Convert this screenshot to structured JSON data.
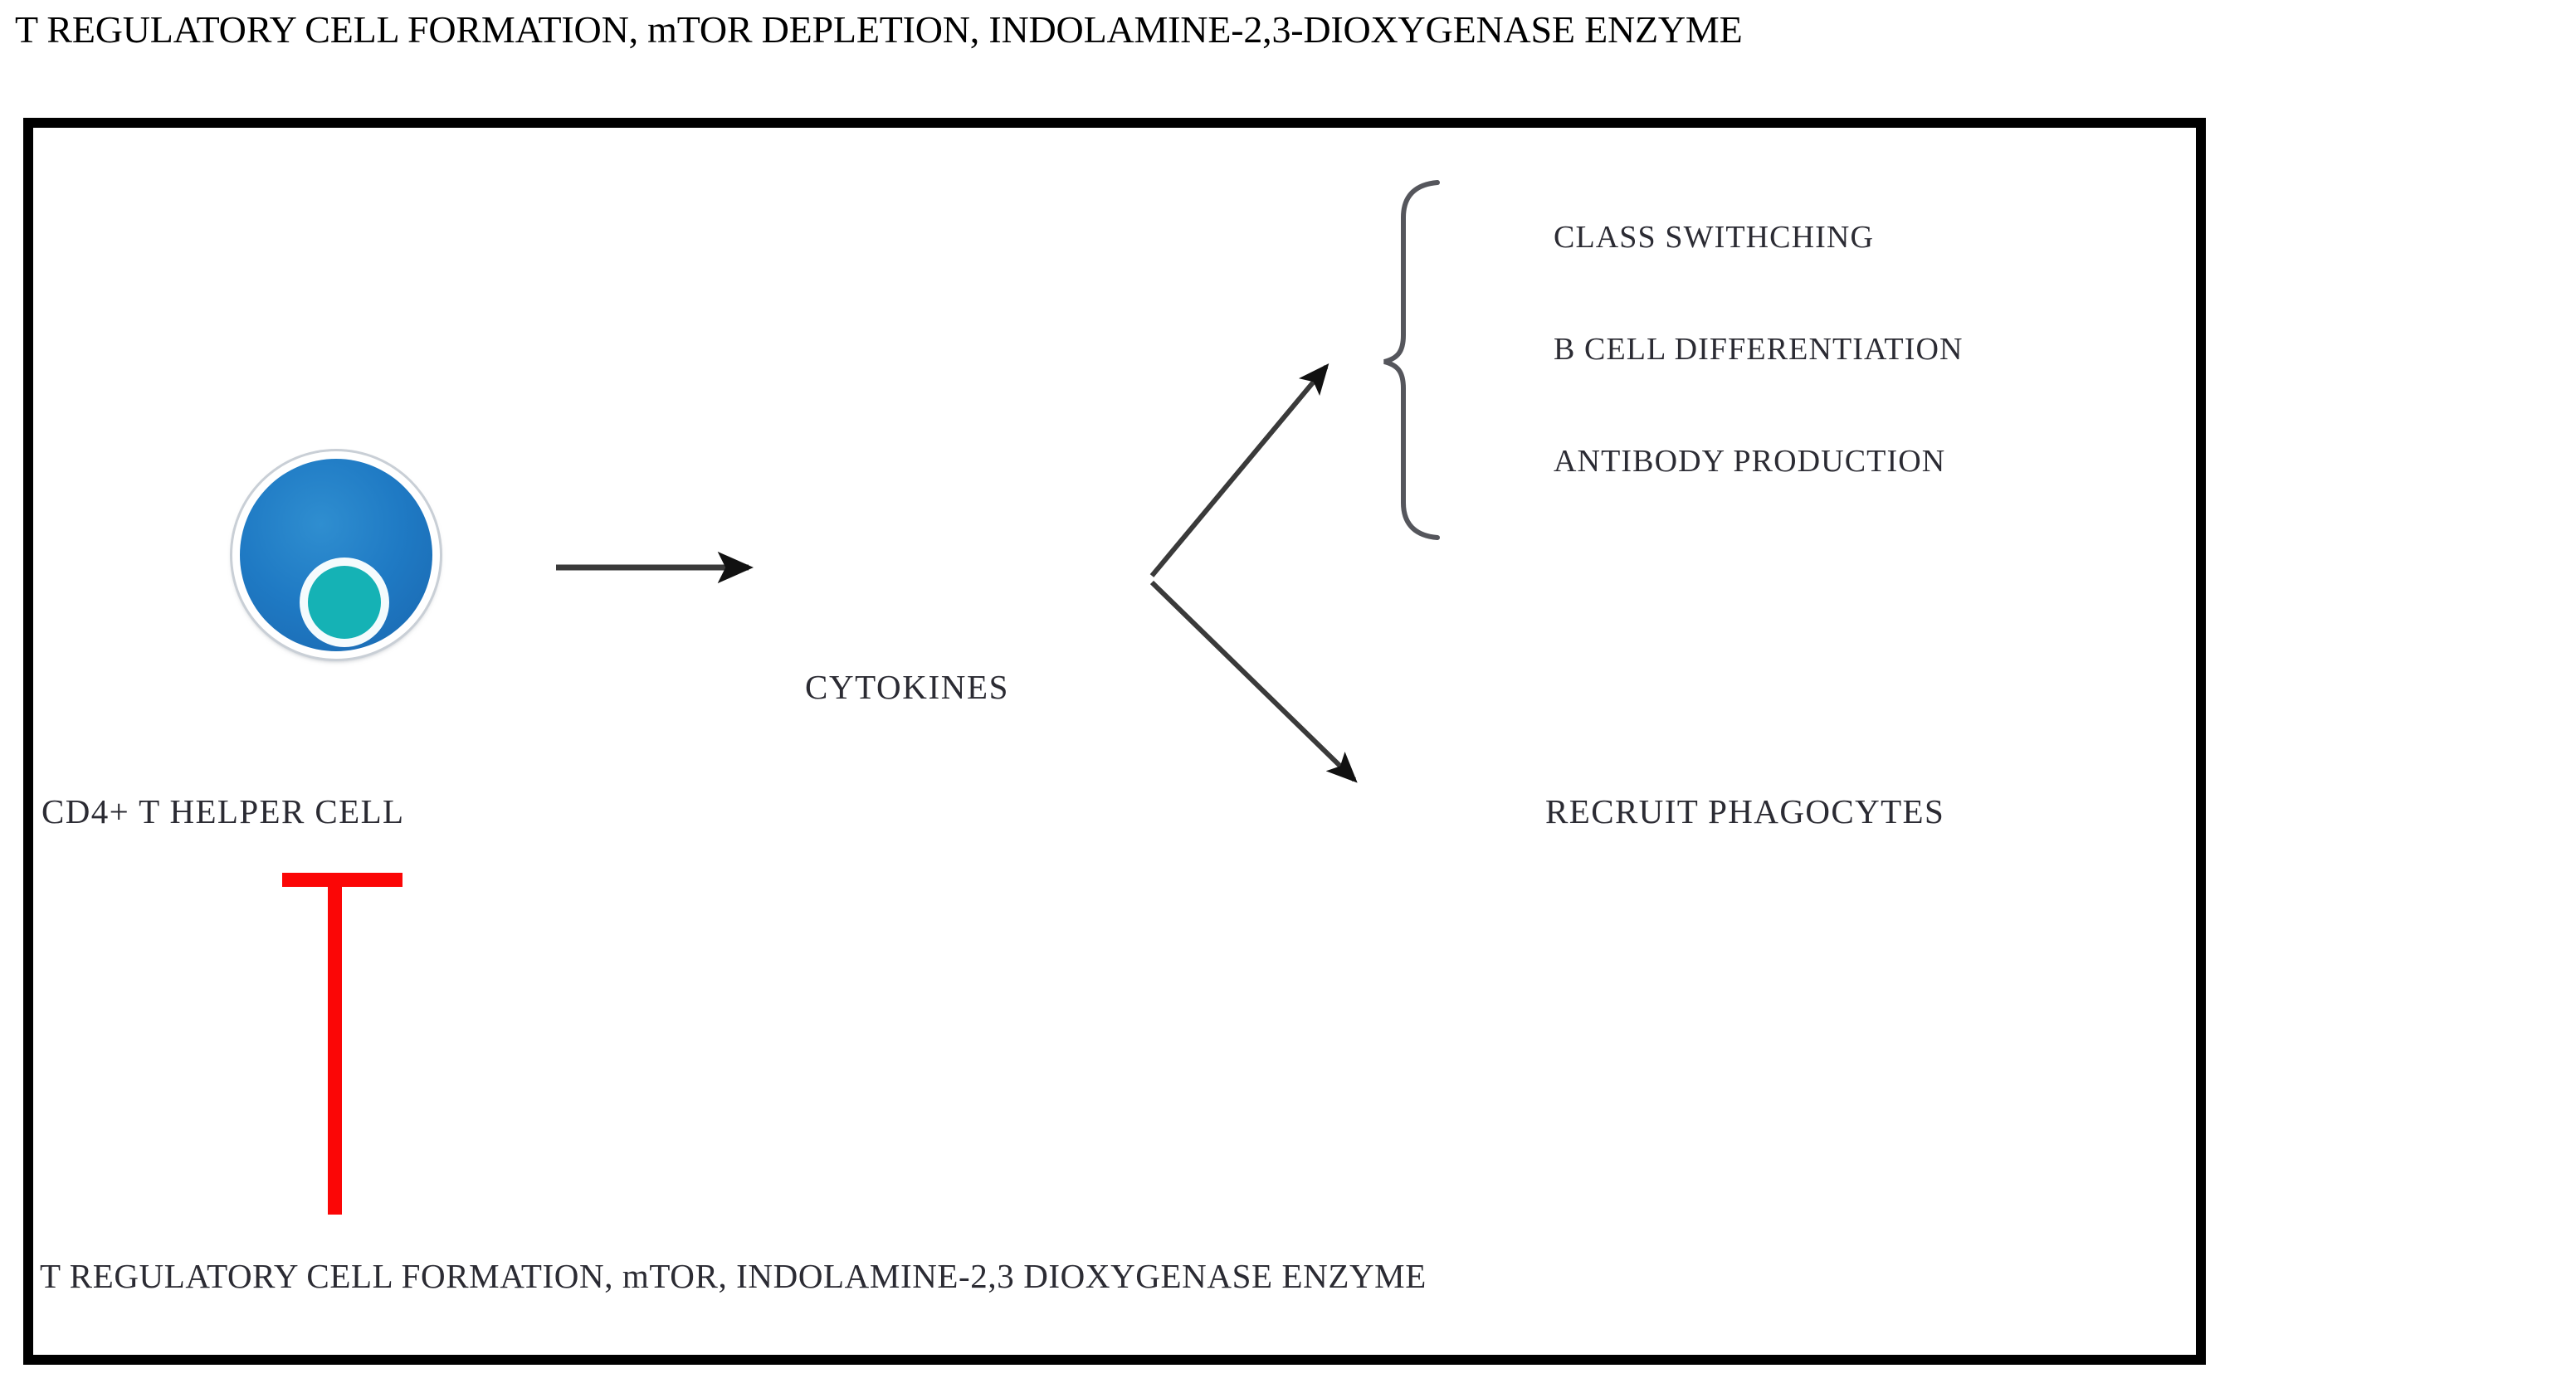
{
  "title": "T REGULATORY CELL FORMATION, mTOR DEPLETION, INDOLAMINE-2,3-DIOXYGENASE ENZYME",
  "diagram": {
    "cell": {
      "label": "CD4+ T HELPER CELL",
      "body_color": "#1f7ac4",
      "nucleus_color": "#15b2b5",
      "ring_color": "#ffffff",
      "outline_color": "#c9cfd6"
    },
    "cytokines": {
      "label": "CYTOKINES"
    },
    "arrows": {
      "cell_to_cytokines": "arrow-right",
      "cytokines_to_bcell": "arrow-up-right",
      "cytokines_to_phagocytes": "arrow-down-right"
    },
    "brace": {
      "glyph": "left-curly-brace",
      "items": [
        "CLASS SWITHCHING",
        "B CELL DIFFERENTIATION",
        "ANTIBODY PRODUCTION"
      ]
    },
    "phagocytes": {
      "label": "RECRUIT PHAGOCYTES"
    },
    "inhibition": {
      "symbol": "T-bar",
      "color": "#fb0606",
      "caption": "T REGULATORY CELL FORMATION, mTOR, INDOLAMINE-2,3 DIOXYGENASE ENZYME"
    }
  }
}
